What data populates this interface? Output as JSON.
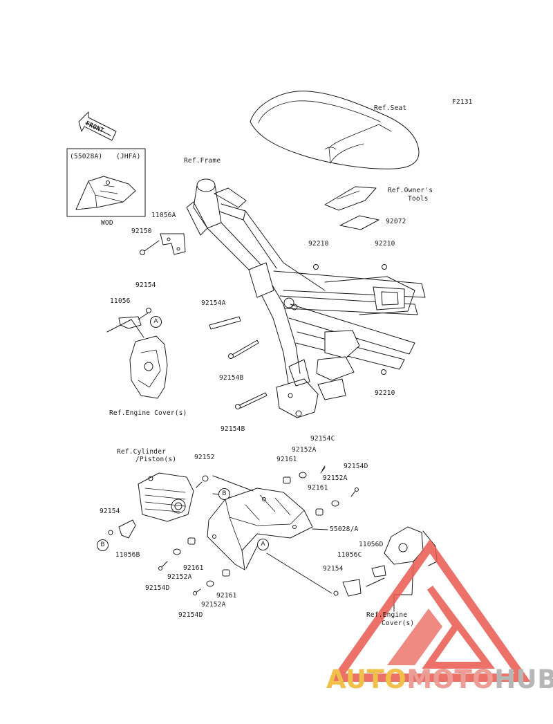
{
  "figure_code": "F2131",
  "front_label": "FRONT",
  "inset": {
    "header_left": "(55028A)",
    "header_right": "(JHFA)",
    "caption": "WOD"
  },
  "callouts": {
    "ref_seat": "Ref.Seat",
    "ref_frame": "Ref.Frame",
    "ref_owners_tools_1": "Ref.Owner's",
    "ref_owners_tools_2": "Tools",
    "ref_engine_covers_top": "Ref.Engine Cover(s)",
    "ref_cylinder_1": "Ref.Cylinder",
    "ref_cylinder_2": "/Piston(s)",
    "ref_engine_covers_bottom_1": "Ref.Engine",
    "ref_engine_covers_bottom_2": "Cover(s)"
  },
  "parts": {
    "p92072": "92072",
    "p92210_a": "92210",
    "p92210_b": "92210",
    "p92210_c": "92210",
    "p11056A": "11056A",
    "p92150": "92150",
    "p92154_top": "92154",
    "p11056": "11056",
    "p92154A": "92154A",
    "p92154B_a": "92154B",
    "p92154B_b": "92154B",
    "p92152": "92152",
    "p92154C": "92154C",
    "p92152A_top": "92152A",
    "p92161_top": "92161",
    "p92154D_right": "92154D",
    "p92152A_mid": "92152A",
    "p92161_mid": "92161",
    "p55028A": "55028/A",
    "p92154_left": "92154",
    "p11056B": "11056B",
    "p11056D": "11056D",
    "p11056C": "11056C",
    "p92154_right": "92154",
    "p92161_low": "92161",
    "p92152A_low": "92152A",
    "p92154D_low": "92154D",
    "p92161_bottom": "92161",
    "p92152A_bottom": "92152A",
    "p92154D_bottom": "92154D"
  },
  "symbols": {
    "a": "A",
    "b": "B"
  },
  "watermark": {
    "part1": "AUTO",
    "part2": "MOTO",
    "part3": "HUB"
  },
  "colors": {
    "line": "#1a1a1a",
    "watermark_red": "#e8584f",
    "watermark_yellow": "#f1c04a",
    "watermark_pink": "#ec9d95",
    "watermark_grey": "#b6b6b6"
  }
}
